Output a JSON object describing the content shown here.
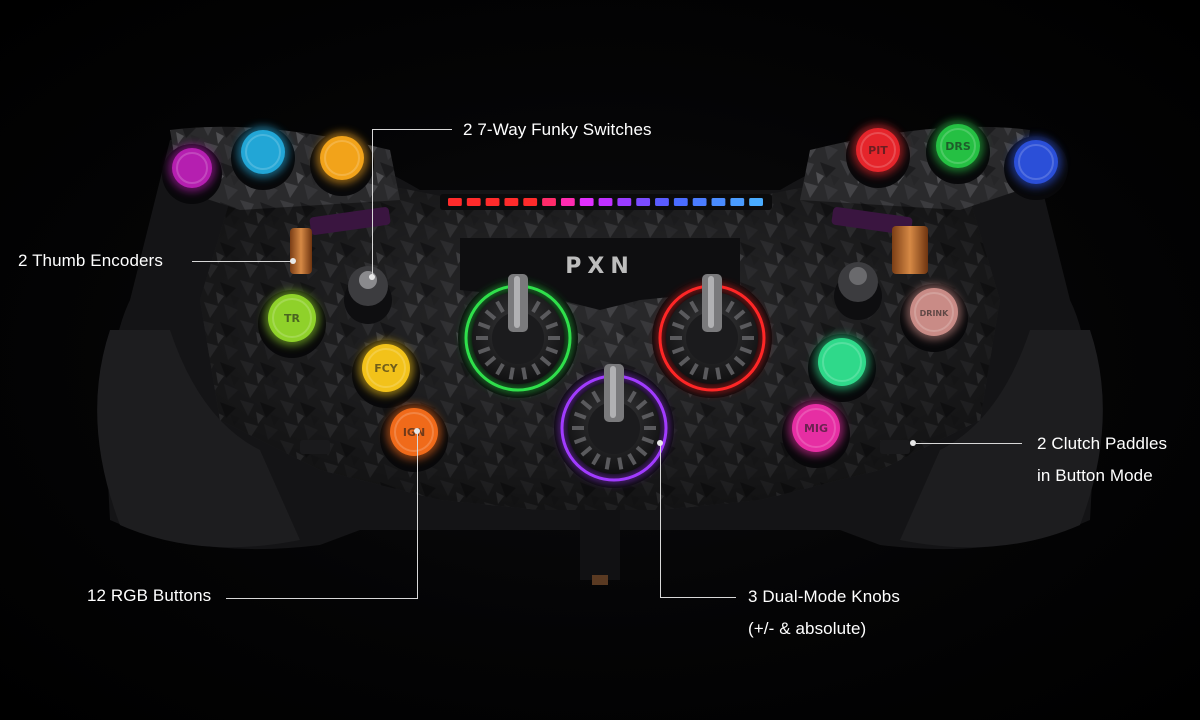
{
  "callouts": {
    "funky_switches": "2 7-Way Funky Switches",
    "thumb_encoders": "2 Thumb Encoders",
    "clutch_line1": "2 Clutch Paddles",
    "clutch_line2": "in Button Mode",
    "rgb_buttons": "12 RGB Buttons",
    "knobs_line1": "3 Dual-Mode Knobs",
    "knobs_line2": "(+/- & absolute)"
  },
  "wheel": {
    "logo": "PXN",
    "buttons": [
      {
        "id": "top-left-1",
        "label": "",
        "color": "#b51fb0"
      },
      {
        "id": "top-left-2",
        "label": "",
        "color": "#22a6d6"
      },
      {
        "id": "top-left-3",
        "label": "",
        "color": "#f2a31a"
      },
      {
        "id": "pit",
        "label": "PIT",
        "color": "#e5252b"
      },
      {
        "id": "drs",
        "label": "DRS",
        "color": "#25c043"
      },
      {
        "id": "top-right-3",
        "label": "",
        "color": "#2b4fd8"
      },
      {
        "id": "tr",
        "label": "TR",
        "color": "#8fd12a"
      },
      {
        "id": "fcy",
        "label": "FCY",
        "color": "#f2c21a"
      },
      {
        "id": "ign",
        "label": "IGN",
        "color": "#f06a1a"
      },
      {
        "id": "drink",
        "label": "DRINK",
        "color": "#c98b86"
      },
      {
        "id": "lights",
        "label": "",
        "color": "#2fd98a"
      },
      {
        "id": "mig",
        "label": "MIG",
        "color": "#e62ea3"
      }
    ],
    "knobs": [
      {
        "id": "knob-left",
        "color": "#2fe04b"
      },
      {
        "id": "knob-right",
        "color": "#ff2626"
      },
      {
        "id": "knob-bottom",
        "color": "#a13bff"
      }
    ],
    "led_colors": [
      "#ff2b2b",
      "#ff2b2b",
      "#ff2b2b",
      "#ff2b2b",
      "#ff2b2b",
      "#ff2b6a",
      "#ff2bb0",
      "#e030ff",
      "#c030ff",
      "#9a3cff",
      "#7a4cff",
      "#5a5cff",
      "#4a6cff",
      "#4a7cff",
      "#4a8cff",
      "#4a9cff",
      "#4aacff"
    ]
  }
}
